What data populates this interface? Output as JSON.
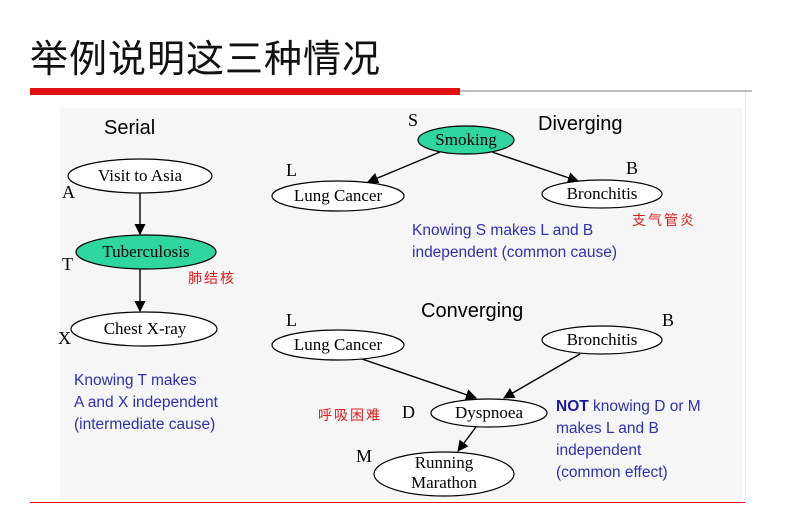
{
  "title": "举例说明这三种情况",
  "serial": {
    "heading": "Serial",
    "nodes": [
      {
        "letter": "A",
        "label": "Visit to Asia"
      },
      {
        "letter": "T",
        "label": "Tuberculosis",
        "cn": "肺结核"
      },
      {
        "letter": "X",
        "label": "Chest X-ray"
      }
    ],
    "note": [
      "Knowing T makes",
      "A and X independent",
      "(intermediate cause)"
    ]
  },
  "diverging": {
    "heading": "Diverging",
    "nodes": [
      {
        "letter": "S",
        "label": "Smoking"
      },
      {
        "letter": "L",
        "label": "Lung Cancer"
      },
      {
        "letter": "B",
        "label": "Bronchitis",
        "cn": "支气管炎"
      }
    ],
    "note": [
      "Knowing S makes L and B",
      "independent (common cause)"
    ]
  },
  "converging": {
    "heading": "Converging",
    "nodes": [
      {
        "letter": "L",
        "label": "Lung Cancer"
      },
      {
        "letter": "B",
        "label": "Bronchitis"
      },
      {
        "letter": "D",
        "label": "Dyspnoea",
        "cn": "呼吸困难"
      },
      {
        "letter": "M",
        "label_line1": "Running",
        "label_line2": "Marathon"
      }
    ],
    "note": {
      "bold": "NOT",
      "rest": " knowing D or M",
      "lines": [
        "makes L and B",
        "independent",
        "(common effect)"
      ]
    }
  },
  "colors": {
    "highlight_fill": "#2fd6a0",
    "accent_red": "#e01010",
    "note_blue": "#2f2fb4"
  }
}
